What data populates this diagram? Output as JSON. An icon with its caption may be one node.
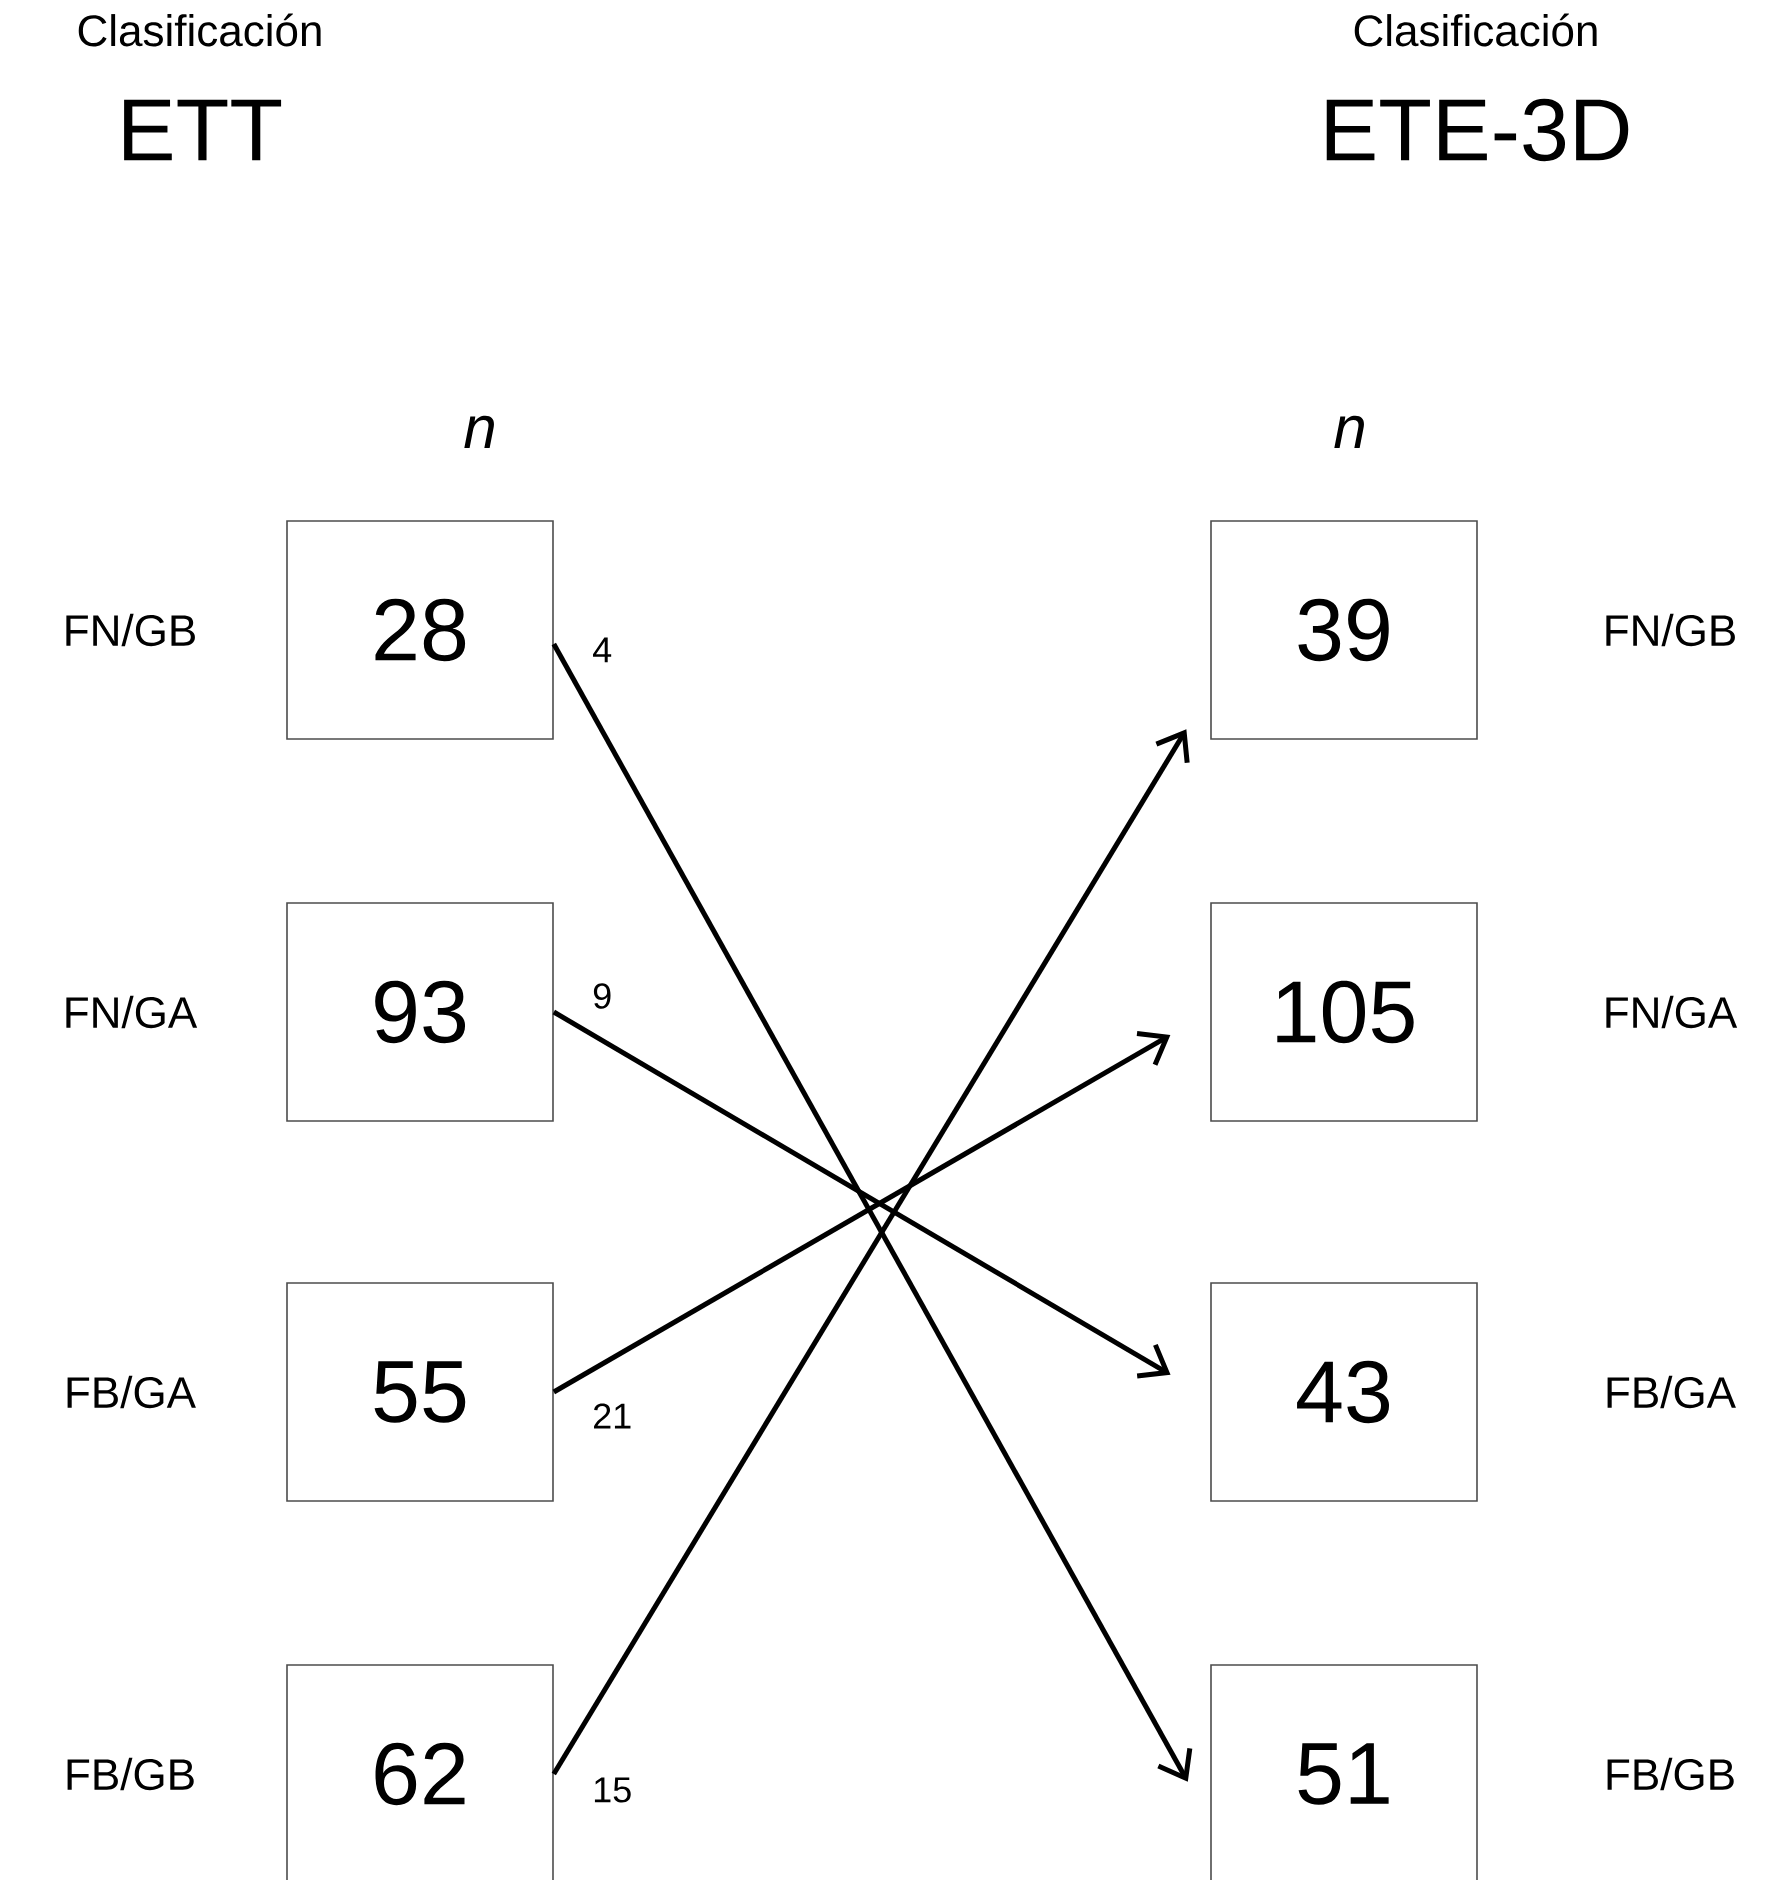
{
  "diagram": {
    "nodes": [
      {
        "text": [
          "28"
        ],
        "beside": [
          "FN/GB"
        ]
      },
      {
        "text": [
          "93"
        ],
        "beside": [
          "FN/GA"
        ]
      },
      {
        "text": [
          "55"
        ],
        "beside": [
          "FB/GA"
        ]
      },
      {
        "text": [
          "62"
        ],
        "beside": [
          "FB/GB"
        ]
      },
      {
        "text": [
          "39"
        ],
        "beside": [
          "FN/GB"
        ]
      },
      {
        "text": [
          "105"
        ],
        "beside": [
          "FN/GA"
        ]
      },
      {
        "text": [
          "43"
        ],
        "beside": [
          "FB/GA"
        ]
      },
      {
        "text": [
          "51"
        ],
        "beside": [
          "FB/GB"
        ]
      }
    ],
    "edges": [
      {
        "from": 0,
        "to": 7,
        "arrow": "to",
        "label": "4"
      },
      {
        "from": 1,
        "to": 6,
        "arrow": "to",
        "label": "9"
      },
      {
        "from": 2,
        "to": 5,
        "arrow": "to",
        "label": "21"
      },
      {
        "from": 3,
        "to": 4,
        "arrow": "to",
        "label": "15"
      }
    ],
    "labels": [
      "Clasificación",
      "ETT",
      "Clasificación",
      "ETE-3D",
      "n",
      "n"
    ]
  }
}
